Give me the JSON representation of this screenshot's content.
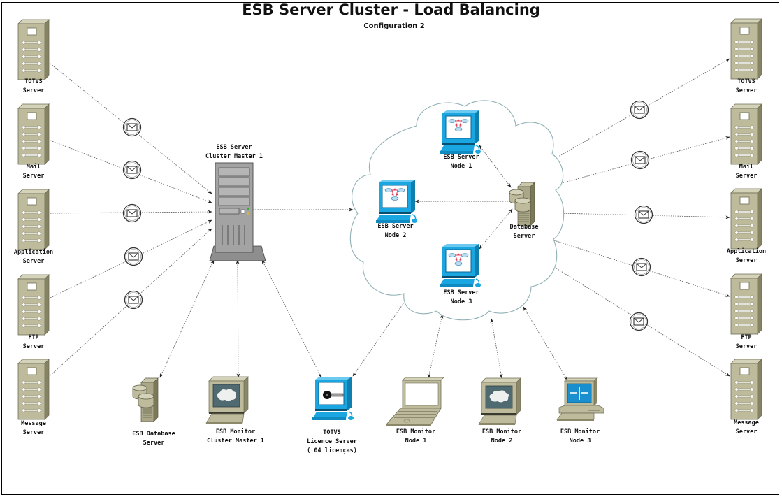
{
  "title": "ESB Server Cluster - Load Balancing",
  "subtitle": "Configuration 2",
  "colors": {
    "server_beige": "#bdbb9c",
    "server_dark": "#87856a",
    "tower_gray": "#a3a3a3",
    "workstation_blue": "#1aa6e0",
    "cloud_stroke": "#8fb0b6",
    "connector": "#555555"
  },
  "left_servers": [
    {
      "line1": "TOTVS",
      "line2": "Server"
    },
    {
      "line1": "Mail",
      "line2": "Server"
    },
    {
      "line1": "Application",
      "line2": "Server"
    },
    {
      "line1": "FTP",
      "line2": "Server"
    },
    {
      "line1": "Message",
      "line2": "Server"
    }
  ],
  "right_servers": [
    {
      "line1": "TOTVS",
      "line2": "Server"
    },
    {
      "line1": "Mail",
      "line2": "Server"
    },
    {
      "line1": "Application",
      "line2": "Server"
    },
    {
      "line1": "FTP",
      "line2": "Server"
    },
    {
      "line1": "Message",
      "line2": "Server"
    }
  ],
  "cluster_master": {
    "line1": "ESB Server",
    "line2": "Cluster Master 1"
  },
  "cloud_nodes": [
    {
      "line1": "ESB Server",
      "line2": "Node 1"
    },
    {
      "line1": "ESB Server",
      "line2": "Node 2"
    },
    {
      "line1": "ESB Server",
      "line2": "Node 3"
    }
  ],
  "database_server": {
    "line1": "Database",
    "line2": "Server"
  },
  "bottom_devices": [
    {
      "line1": "ESB Database",
      "line2": "Server",
      "line3": ""
    },
    {
      "line1": "ESB Monitor",
      "line2": "Cluster Master 1",
      "line3": ""
    },
    {
      "line1": "TOTVS",
      "line2": "Licence Server",
      "line3": "( 04 licenças)"
    },
    {
      "line1": "ESB Monitor",
      "line2": "Node 1",
      "line3": ""
    },
    {
      "line1": "ESB Monitor",
      "line2": "Node 2",
      "line3": ""
    },
    {
      "line1": "ESB Monitor",
      "line2": "Node 3",
      "line3": ""
    }
  ],
  "icons": {
    "message": "envelope-icon",
    "rack_server": "rack-server-icon",
    "tower_server": "tower-server-icon",
    "workstation": "workstation-icon",
    "database": "database-server-icon",
    "laptop": "laptop-icon",
    "license_key": "key-icon",
    "router": "router-icon"
  }
}
